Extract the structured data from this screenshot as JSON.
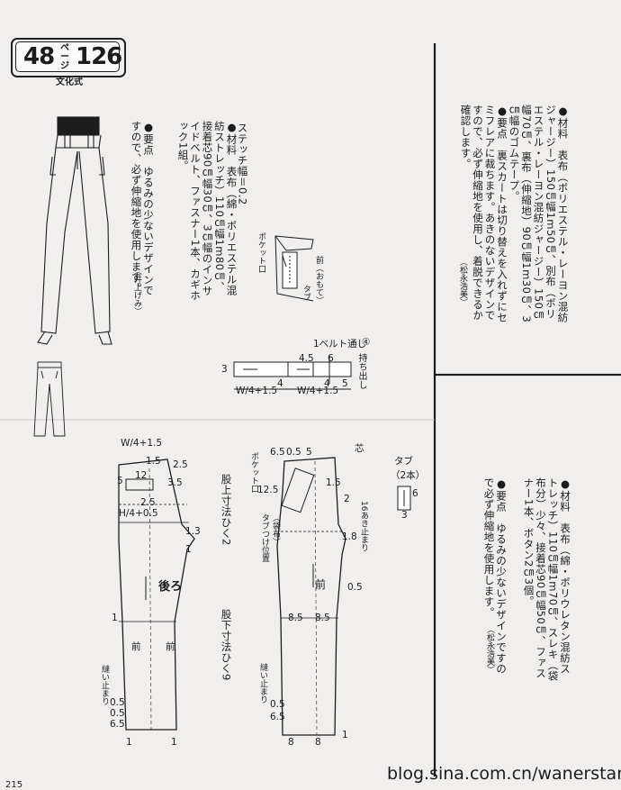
{
  "header": {
    "page_left": "48",
    "page_label": "ページ",
    "page_right": "126",
    "style_tag": "文化式"
  },
  "left_text": {
    "materials": "●材料　表布（綿・ポリエステル混紡ストレッチ）110㎝幅1m80㎝、接着芯90㎝幅30㎝、3㎝幅のインサイドベルト、ファスナー1本、カギホック1組。",
    "points": "●要点　ゆるみの少ないデザインですので、必ず伸縮地を使用します。",
    "credit": "（井上げみ）"
  },
  "right_top_text": {
    "materials": "●材料　表布（ポリエステル・レーヨン混紡ジャージー）150㎝幅1m50㎝、別布（ポリエステル・レーヨン混紡ジャージー）150㎝幅70㎝、裏布（伸縮地）90㎝幅1m30㎝、3㎝幅のゴムテープ。",
    "points": "●要点　裏スカートは切り替えを入れずにセミフレアに裁ちます。あきのないデザインですので、必ず伸縮地を使用し、着脱できるか確認します。",
    "credit": "（松永浩美）"
  },
  "right_bottom_text": {
    "materials": "●材料　表布（綿・ポリウレタン混紡ストレッチ）110㎝幅1m70㎝、スレキ（袋布分）少々、接着芯90㎝幅50㎝、ファスナー1本、ボタン2㎝3個。",
    "points": "●要点　ゆるみの少ないデザインですので必ず伸縮地を使用します。",
    "credit": "（松永浩美）"
  },
  "diagram_labels": {
    "stitch_width": "ステッチ幅＝0.2",
    "pocket_label": "ポケット口",
    "front_omote": "前（おもて）",
    "tab_small": "タブ",
    "belt_loop": "1ベルト通し",
    "belt_loop_num": "④",
    "holdout": "持ち出し",
    "belt_w1": "W/4+1.5",
    "belt_w2": "W/4+1.5",
    "belt_m45": "4.5",
    "belt_m6": "6",
    "belt_m3": "3",
    "belt_m5": "5",
    "belt_m4a": "4",
    "belt_m4b": "4",
    "back_w": "W/4+1.5",
    "back_h": "H/4+0.5",
    "back_label": "後ろ",
    "front_label": "前",
    "mae_a": "前",
    "mae_b": "前",
    "crotch_upper": "股上寸法ひく2",
    "crotch_lower": "股下寸法ひく9",
    "sew_stop_left": "縫い止まり",
    "sew_stop_right": "縫い止まり",
    "opening_stop": "16あき止まり",
    "pocket_front": "ポケット口",
    "pocket_bag": "（袋布）",
    "tab_position": "タブつけ位置",
    "tab_title": "タブ",
    "tab_qty": "（2本）",
    "tab_w": "3",
    "tab_h": "6",
    "core": "芯",
    "m_1_5": "1.5",
    "m_25": "2.5",
    "m_3_5": "3.5",
    "m_12": "12",
    "m_5": "5",
    "m_2_5": "2.5",
    "m_1_3": "1.3",
    "m_1": "1",
    "m_1b": "1",
    "m_05a": "0.5",
    "m_05b": "0.5",
    "m_65": "6.5",
    "m_1c": "1",
    "m_1d": "1",
    "f_65": "6.5",
    "f_05": "0.5",
    "f_5": "5",
    "f_125": "12.5",
    "f_15": "1.5",
    "f_2": "2",
    "f_18": "1.8",
    "f_85a": "8.5",
    "f_85b": "8.5",
    "f_05b": "0.5",
    "f_05c": "0.5",
    "f_65b": "6.5",
    "f_8a": "8",
    "f_8b": "8",
    "f_1": "1"
  },
  "watermark": "blog.sina.com.cn/wanerstart",
  "folio": "215"
}
